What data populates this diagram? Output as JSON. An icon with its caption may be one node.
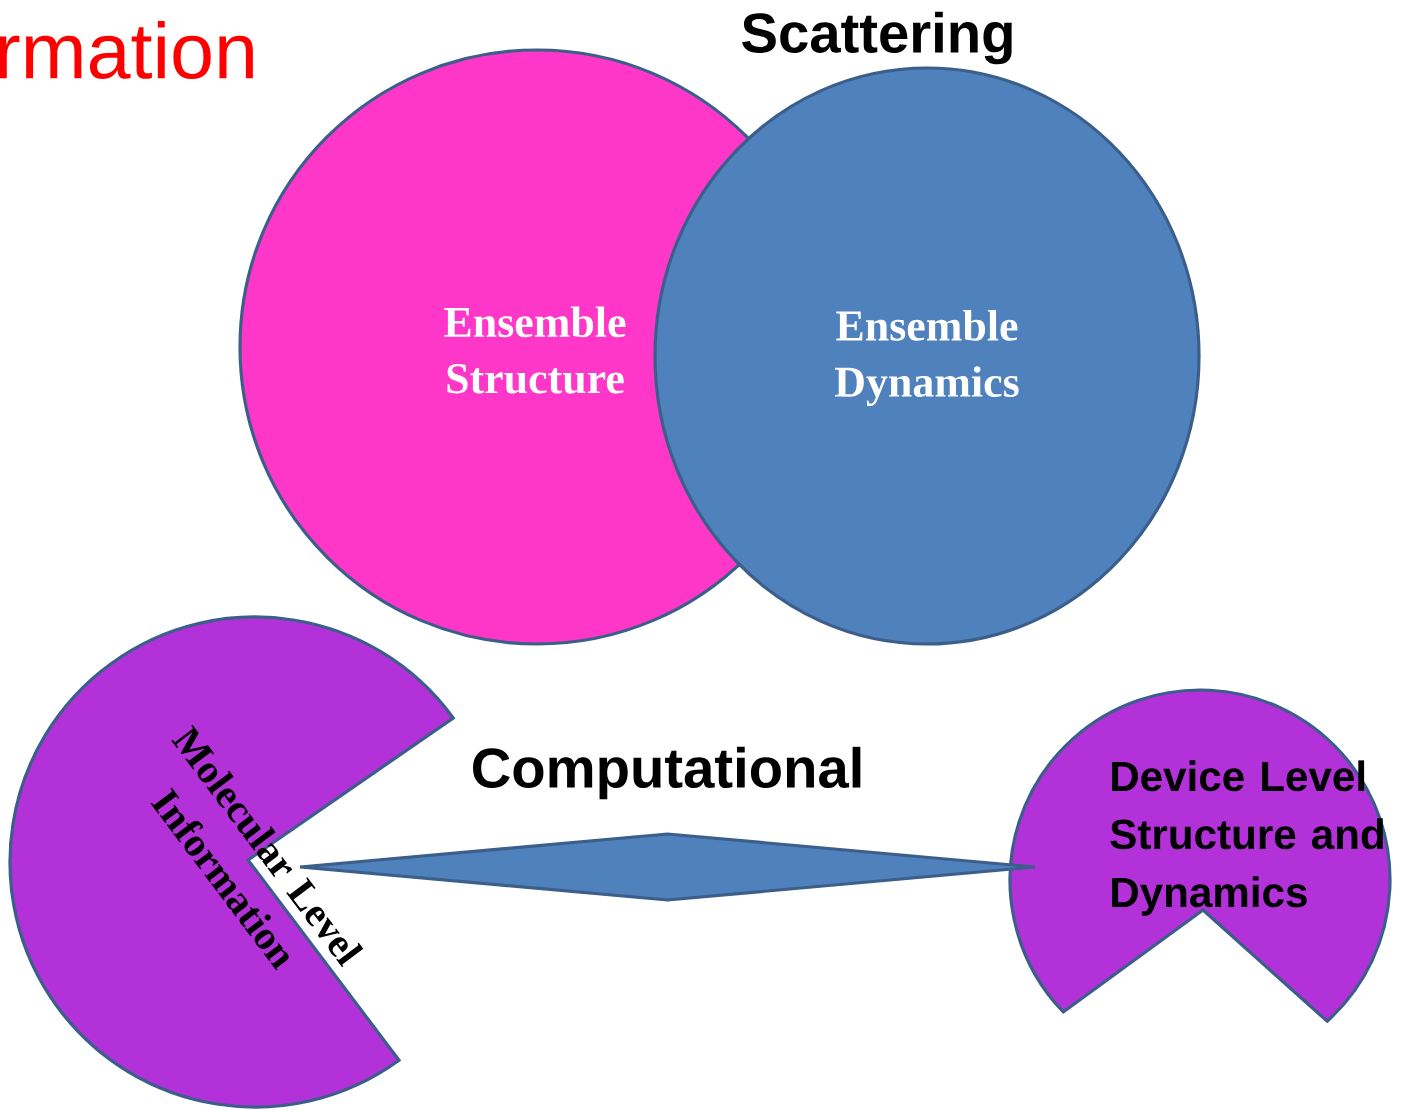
{
  "diagram": {
    "nodes": [
      {
        "text": [
          "Ensemble Structure"
        ]
      },
      {
        "text": [
          "Ensemble Dynamics"
        ]
      },
      {
        "text": [
          "Molecular Level Information"
        ]
      },
      {
        "text": [
          "Device Level Structure and Dynamics"
        ]
      }
    ],
    "edges": [
      {
        "from": 2,
        "to": 3,
        "arrow": "none",
        "label": "Computational"
      }
    ],
    "labels": [
      "rmation",
      "Scattering"
    ]
  }
}
